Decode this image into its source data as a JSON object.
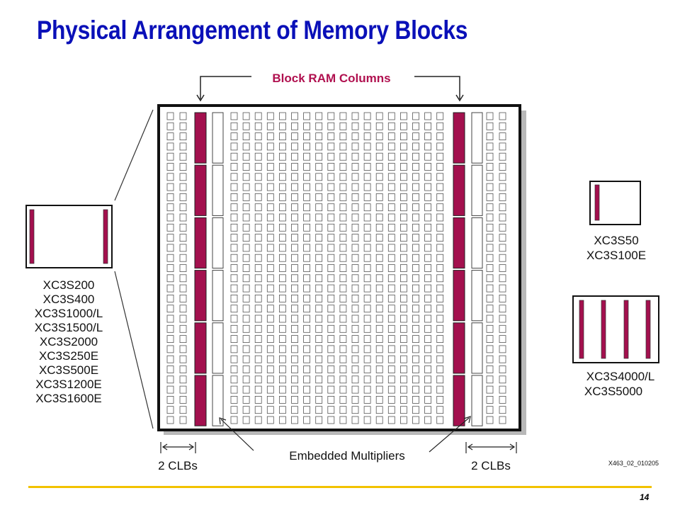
{
  "title": "Physical Arrangement of Memory Blocks",
  "labels": {
    "block_ram_columns": "Block RAM Columns",
    "embedded_multipliers": "Embedded Multipliers",
    "clbs_left": "2 CLBs",
    "clbs_right": "2 CLBs",
    "figure_id": "X463_02_010205"
  },
  "device_groups": {
    "two_column": [
      "XC3S200",
      "XC3S400",
      "XC3S1000/L",
      "XC3S1500/L",
      "XC3S2000",
      "XC3S250E",
      "XC3S500E",
      "XC3S1200E",
      "XC3S1600E"
    ],
    "one_column": [
      "XC3S50",
      "XC3S100E"
    ],
    "four_column": [
      "XC3S4000/L",
      "XC3S5000"
    ]
  },
  "colors": {
    "title": "#0a10b8",
    "ram": "#a3104e",
    "ram_label": "#b0104f",
    "footer_line": "#f2c200"
  },
  "page_number": "14"
}
